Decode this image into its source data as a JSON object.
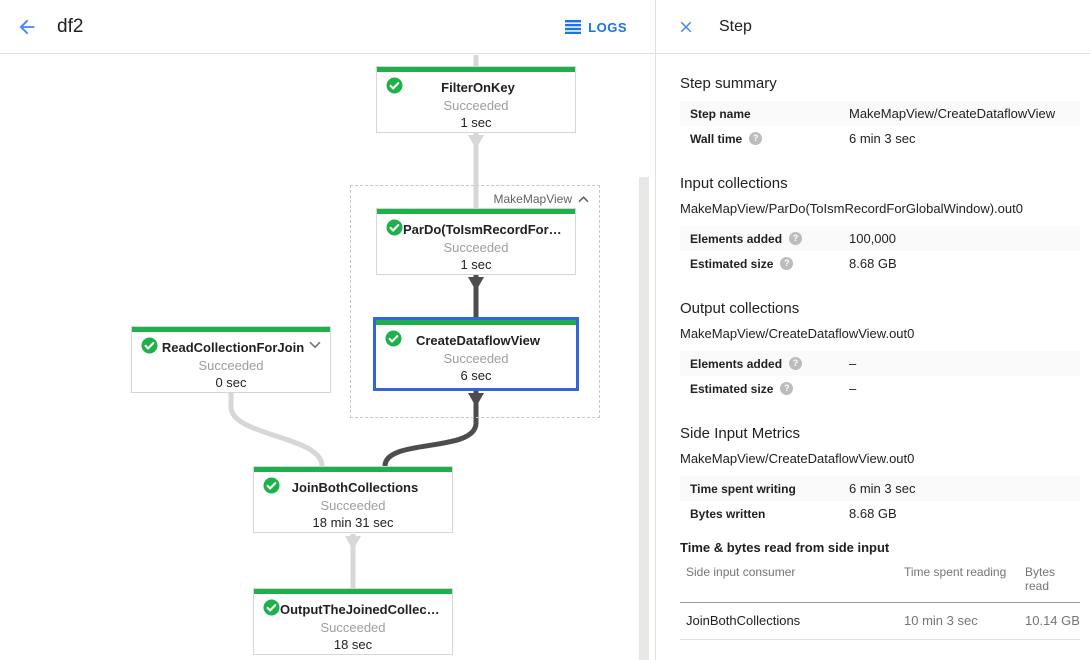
{
  "topbar": {
    "title": "df2",
    "logs_label": "LOGS"
  },
  "graph": {
    "group_label": "MakeMapView",
    "nodes": [
      {
        "title": "FilterOnKey",
        "status": "Succeeded",
        "time": "1 sec"
      },
      {
        "title": "ParDo(ToIsmRecordFor…",
        "status": "Succeeded",
        "time": "1 sec"
      },
      {
        "title": "CreateDataflowView",
        "status": "Succeeded",
        "time": "6 sec",
        "selected": true
      },
      {
        "title": "ReadCollectionForJoin",
        "status": "Succeeded",
        "time": "0 sec"
      },
      {
        "title": "JoinBothCollections",
        "status": "Succeeded",
        "time": "18 min 31 sec"
      },
      {
        "title": "OutputTheJoinedCollec…",
        "status": "Succeeded",
        "time": "18 sec"
      }
    ]
  },
  "panel": {
    "title": "Step",
    "summary": {
      "heading": "Step summary",
      "rows": [
        {
          "label": "Step name",
          "value": "MakeMapView/CreateDataflowView"
        },
        {
          "label": "Wall time",
          "value": "6 min 3 sec"
        }
      ]
    },
    "input": {
      "heading": "Input collections",
      "collection": "MakeMapView/ParDo(ToIsmRecordForGlobalWindow).out0",
      "rows": [
        {
          "label": "Elements added",
          "value": "100,000"
        },
        {
          "label": "Estimated size",
          "value": "8.68 GB"
        }
      ]
    },
    "output": {
      "heading": "Output collections",
      "collection": "MakeMapView/CreateDataflowView.out0",
      "rows": [
        {
          "label": "Elements added",
          "value": "–"
        },
        {
          "label": "Estimated size",
          "value": "–"
        }
      ]
    },
    "side_metrics": {
      "heading": "Side Input Metrics",
      "collection": "MakeMapView/CreateDataflowView.out0",
      "rows": [
        {
          "label": "Time spent writing",
          "value": "6 min 3 sec"
        },
        {
          "label": "Bytes written",
          "value": "8.68 GB"
        }
      ]
    },
    "side_table": {
      "heading": "Time & bytes read from side input",
      "columns": [
        "Side input consumer",
        "Time spent reading",
        "Bytes read"
      ],
      "rows": [
        [
          "JoinBothCollections",
          "10 min 3 sec",
          "10.14 GB"
        ]
      ]
    }
  },
  "colors": {
    "success_green": "#1db04b",
    "selected_node_border": "#3367d6",
    "action_blue": "#4285f4",
    "logs_blue": "#1a73e8",
    "edge_light": "#d7d7d7",
    "edge_dark": "#4d4d4d"
  }
}
